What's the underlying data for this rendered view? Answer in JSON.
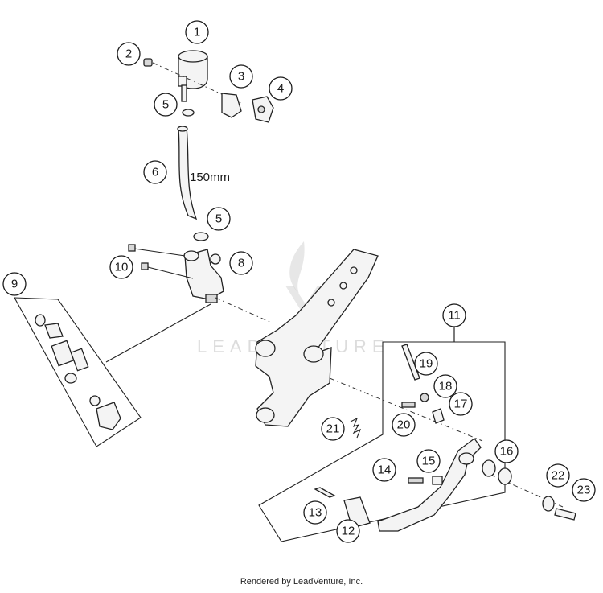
{
  "dimension_label": "150mm",
  "watermark_text": "LEADVENTURE",
  "credit": "Rendered by LeadVenture, Inc.",
  "callouts": [
    "1",
    "2",
    "3",
    "4",
    "5",
    "6",
    "5",
    "8",
    "9",
    "10",
    "11",
    "12",
    "13",
    "14",
    "15",
    "16",
    "17",
    "18",
    "19",
    "20",
    "21",
    "22",
    "23"
  ]
}
